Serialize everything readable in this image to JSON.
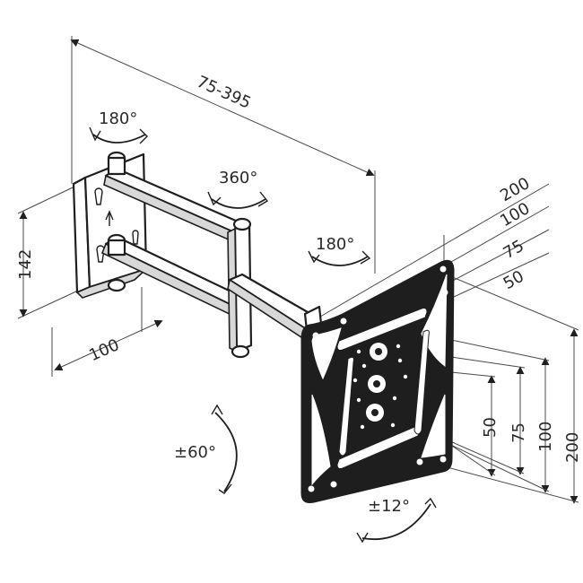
{
  "dimensions": {
    "arm_extension": "75-395",
    "wall_plate_height": "142",
    "wall_plate_width": "100",
    "vesa_horizontal": [
      "200",
      "100",
      "75",
      "50"
    ],
    "vesa_vertical": [
      "50",
      "75",
      "100",
      "200"
    ]
  },
  "rotations": {
    "wall_pivot": "180°",
    "middle_pivot": "360°",
    "head_pivot": "180°",
    "swivel": "±60°",
    "tilt": "±12°"
  }
}
